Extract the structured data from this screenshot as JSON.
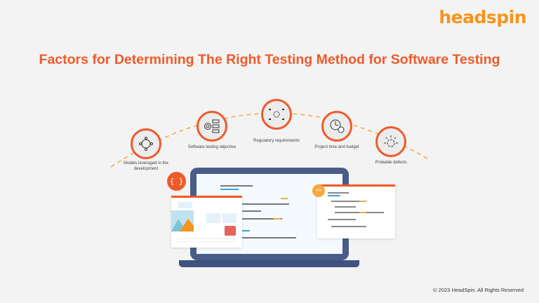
{
  "brand": {
    "logo": "headspin",
    "color": "#f7941d"
  },
  "title": "Factors for Determining The Right Testing Method for Software Testing",
  "accent": "#ef5a2a",
  "factors": [
    {
      "label": "Models leveraged in the development",
      "icon": "network-brain-icon"
    },
    {
      "label": "Software testing objective",
      "icon": "target-checklist-icon"
    },
    {
      "label": "Regulatory requirements",
      "icon": "gear-flow-icon"
    },
    {
      "label": "Project time and budget",
      "icon": "clock-coins-icon"
    },
    {
      "label": "Probable defects",
      "icon": "broken-gear-icon"
    }
  ],
  "illustration": {
    "bubble": "{ }",
    "code_badge": "</>"
  },
  "footer": "© 2023 HeadSpin. All Rights Reserved"
}
